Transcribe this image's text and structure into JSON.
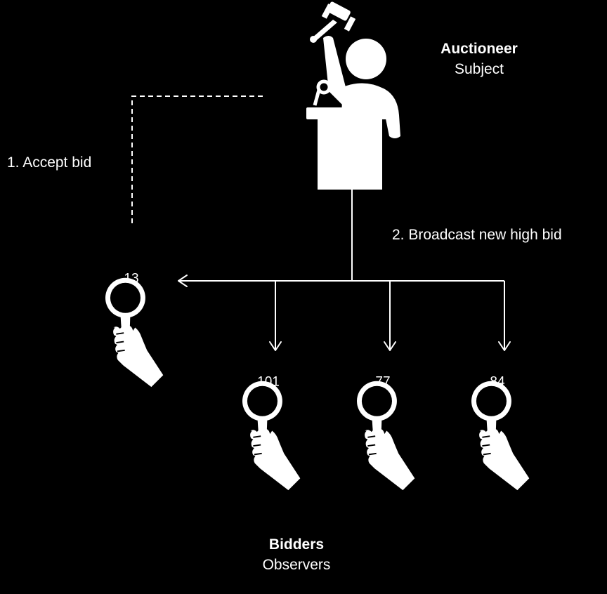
{
  "auctioneer": {
    "title": "Auctioneer",
    "role": "Subject"
  },
  "bidders": {
    "title": "Bidders",
    "role": "Observers"
  },
  "steps": {
    "accept": "1. Accept bid",
    "broadcast": "2. Broadcast new high bid"
  },
  "paddles": {
    "winner": "13",
    "observers": [
      "101",
      "77",
      "84"
    ]
  },
  "colors": {
    "background": "#000000",
    "foreground": "#ffffff"
  }
}
